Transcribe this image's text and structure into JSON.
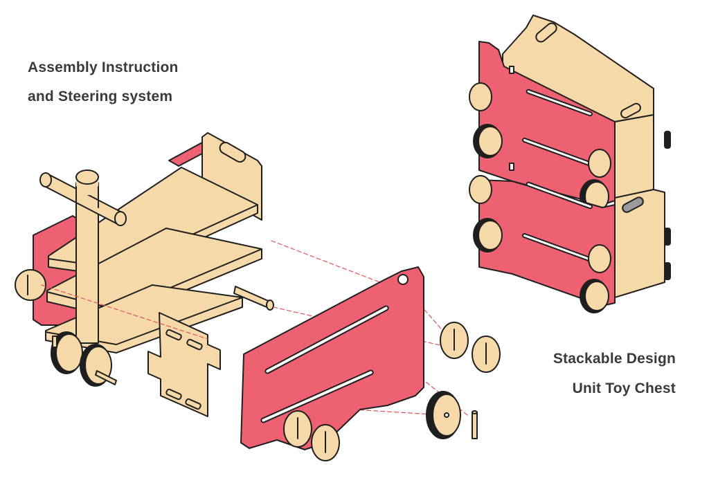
{
  "captions": {
    "top_left_line1": "Assembly Instruction",
    "top_left_line2": "and Steering system",
    "bottom_right_line1": "Stackable Design",
    "bottom_right_line2": "Unit Toy Chest"
  },
  "colors": {
    "wood": "#f5d9a8",
    "panel": "#ee6172",
    "outline": "#1f1f1f",
    "guide": "#e2555f",
    "text": "#3a3a3a"
  }
}
